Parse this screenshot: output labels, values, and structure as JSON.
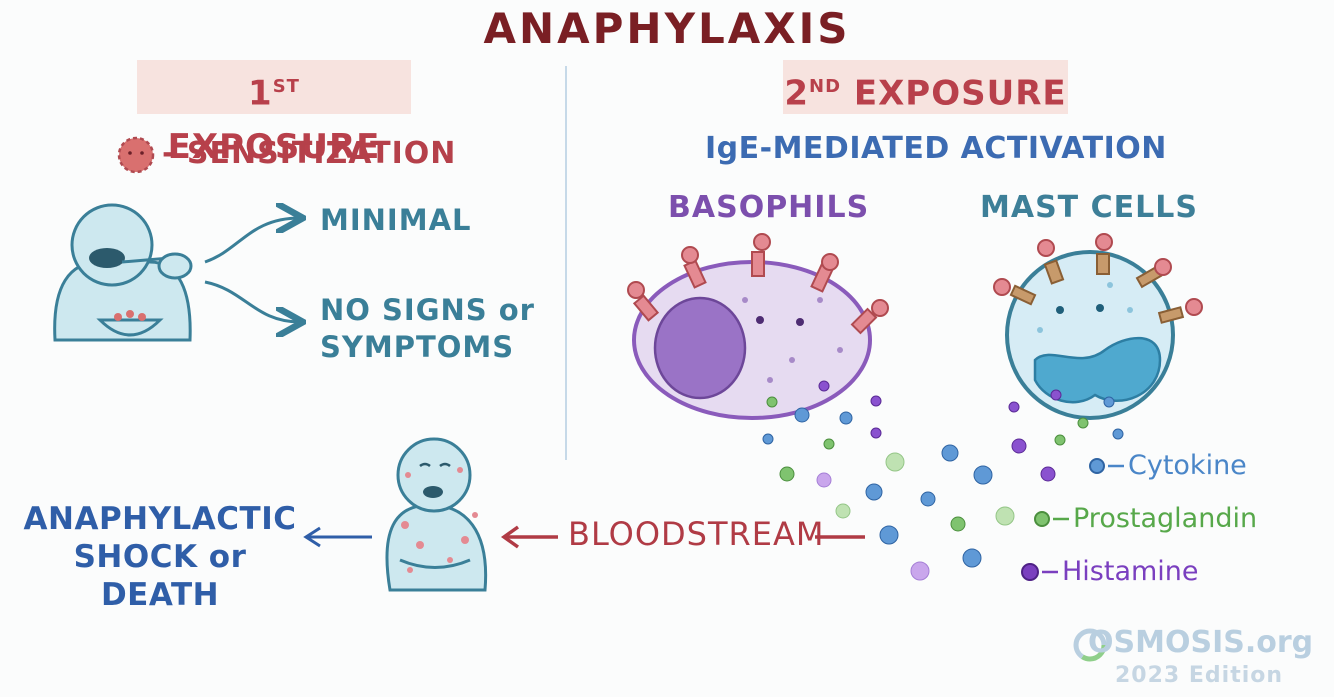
{
  "title": "ANAPHYLAXIS",
  "first_exposure": {
    "label": "1ST EXPOSURE",
    "label_main": "1",
    "label_sup": "ST",
    "label_rest": " EXPOSURE",
    "sensitization": "- SENSITIZATION",
    "outcome_1": "MINIMAL",
    "outcome_2_line1": "NO SIGNS or",
    "outcome_2_line2": "SYMPTOMS"
  },
  "second_exposure": {
    "label": "2ND EXPOSURE",
    "label_main": "2",
    "label_sup": "ND",
    "label_rest": " EXPOSURE",
    "mechanism": "IgE-MEDIATED ACTIVATION",
    "cell_1": "BASOPHILS",
    "cell_2": "MAST CELLS"
  },
  "legend": [
    {
      "label": "Cytokine",
      "color": "#4a86c8"
    },
    {
      "label": "Prostaglandin",
      "color": "#57a84a"
    },
    {
      "label": "Histamine",
      "color": "#7a3fbf"
    }
  ],
  "bloodstream": "BLOODSTREAM",
  "outcome_line1": "ANAPHYLACTIC",
  "outcome_line2": "SHOCK or DEATH",
  "branding": {
    "logo": "OSMOSIS.org",
    "edition": "2023 Edition"
  },
  "colors": {
    "title": "#7a1f24",
    "exposure_label": "#b8404b",
    "teal": "#3a7f98",
    "cytokine": "#4a86c8",
    "prostaglandin": "#57a84a",
    "histamine": "#7a3fbf"
  }
}
